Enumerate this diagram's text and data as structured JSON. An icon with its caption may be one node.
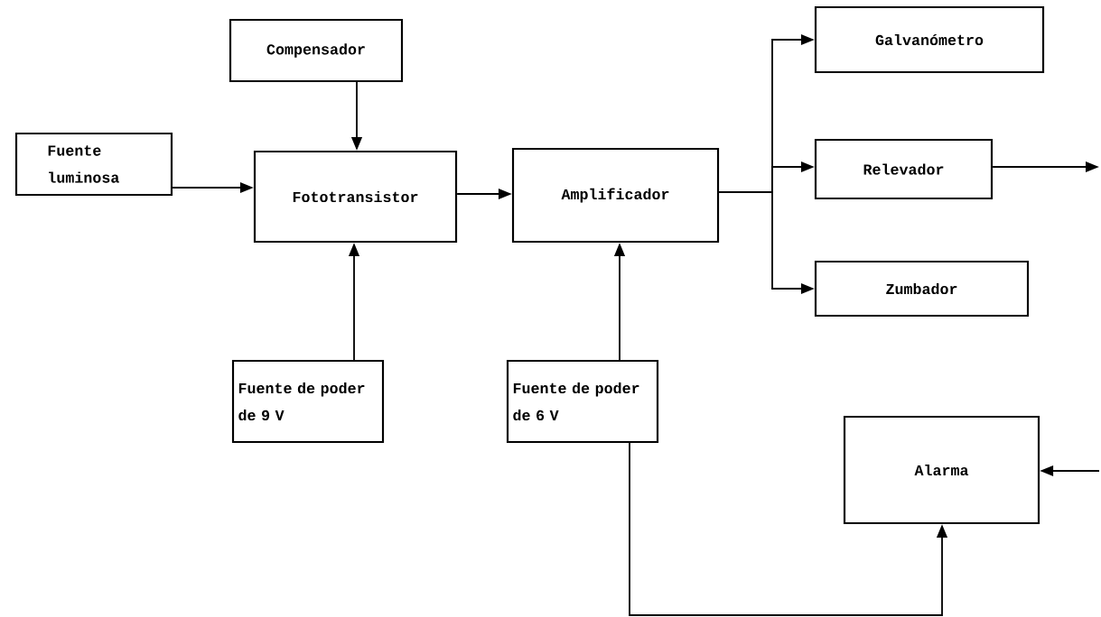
{
  "diagram": {
    "nodes": [
      {
        "text": [
          "Fuente luminosa"
        ]
      },
      {
        "text": [
          "Compensador"
        ]
      },
      {
        "text": [
          "Fototransistor"
        ]
      },
      {
        "text": [
          "Amplificador"
        ]
      },
      {
        "text": [
          "Galvanómetro"
        ]
      },
      {
        "text": [
          "Relevador"
        ]
      },
      {
        "text": [
          "Zumbador"
        ]
      },
      {
        "text": [
          "Fuente de poder de 9 V"
        ]
      },
      {
        "text": [
          "Fuente de poder de 6 V"
        ]
      },
      {
        "text": [
          "Alarma"
        ]
      }
    ],
    "edges": [
      {
        "from": 0,
        "to": 2,
        "arrow": "to"
      },
      {
        "from": 1,
        "to": 2,
        "arrow": "to"
      },
      {
        "from": 2,
        "to": 3,
        "arrow": "to"
      },
      {
        "from": 3,
        "to": 4,
        "arrow": "to"
      },
      {
        "from": 3,
        "to": 5,
        "arrow": "to"
      },
      {
        "from": 3,
        "to": 6,
        "arrow": "to"
      },
      {
        "from": 7,
        "to": 2,
        "arrow": "to"
      },
      {
        "from": 8,
        "to": 3,
        "arrow": "to"
      },
      {
        "from": 8,
        "to": 9,
        "arrow": "to"
      },
      {
        "from": 5,
        "to": null,
        "arrow": "to"
      },
      {
        "from": null,
        "to": 9,
        "arrow": "to"
      }
    ]
  }
}
